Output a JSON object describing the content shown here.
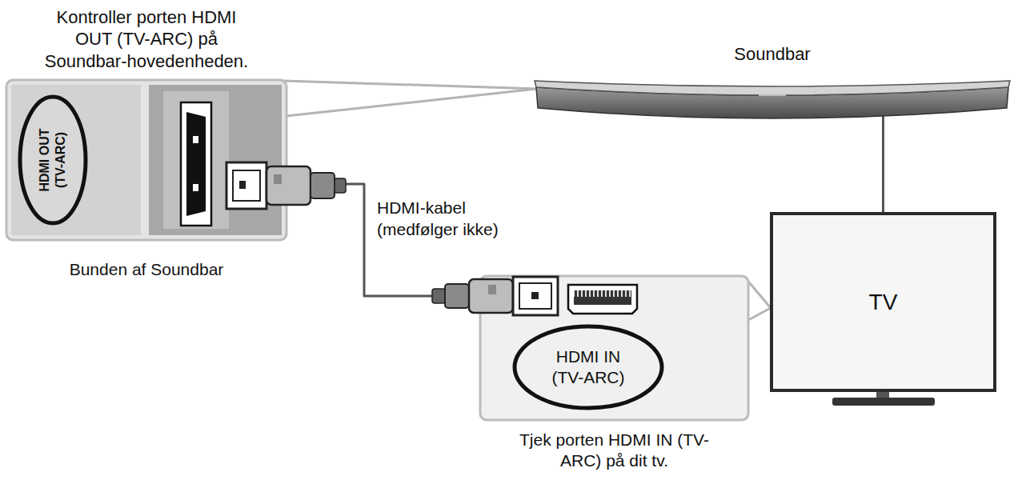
{
  "diagram": {
    "nodes": [
      {
        "text": [
          "Kontroller porten HDMI OUT (TV-ARC) på Soundbar-hovedenheden.",
          "Bunden af Soundbar"
        ]
      },
      {
        "text": [
          "HDMI OUT (TV-ARC)"
        ],
        "in": 0
      },
      {
        "text": [
          "Soundbar"
        ]
      },
      {
        "text": [
          "TV"
        ]
      },
      {
        "text": [
          "Tjek porten HDMI IN (TV-ARC) på dit tv."
        ]
      },
      {
        "text": [
          "HDMI IN (TV-ARC)"
        ],
        "in": 4
      }
    ],
    "edges": [
      {
        "from": 0,
        "to": 2,
        "arrow": "none"
      },
      {
        "from": 2,
        "to": 3,
        "arrow": "none"
      },
      {
        "from": 0,
        "to": 4,
        "label": "HDMI-kabel (medfølger ikke)",
        "arrow": "none"
      },
      {
        "from": 4,
        "to": 3,
        "arrow": "none"
      }
    ]
  }
}
